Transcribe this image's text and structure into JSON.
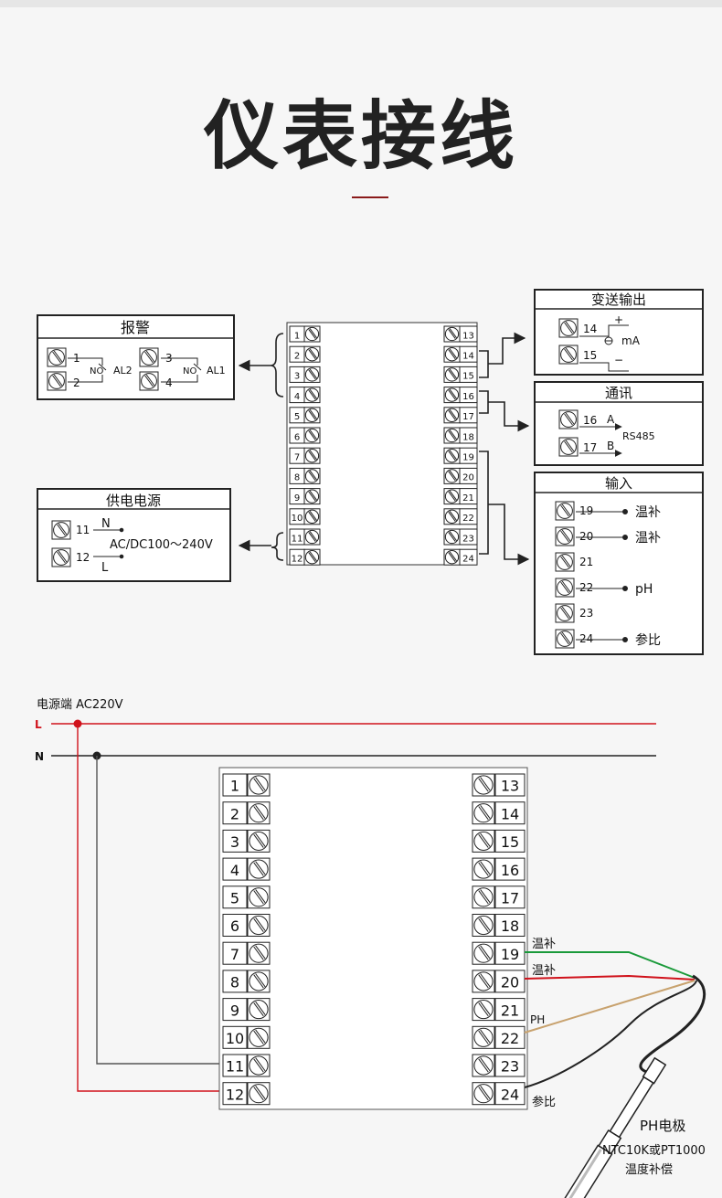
{
  "title": "仪表接线",
  "top": {
    "alarm": {
      "title": "报警",
      "t1": "1",
      "t2": "2",
      "t3": "3",
      "t4": "4",
      "no": "NO",
      "al2": "AL2",
      "al1": "AL1"
    },
    "power": {
      "title": "供电电源",
      "t11": "11",
      "t12": "12",
      "n": "N",
      "l": "L",
      "spec": "AC/DC100～240V"
    },
    "transmit": {
      "title": "变送输出",
      "t14": "14",
      "t15": "15",
      "plus": "+",
      "minus": "−",
      "ma": "mA"
    },
    "comm": {
      "title": "通讯",
      "t16": "16",
      "t17": "17",
      "a": "A",
      "b": "B",
      "rs485": "RS485"
    },
    "input": {
      "title": "输入",
      "t19": "19",
      "t20": "20",
      "t21": "21",
      "t22": "22",
      "t23": "23",
      "t24": "24",
      "l19": "温补",
      "l20": "温补",
      "l22": "pH",
      "l24": "参比"
    },
    "left_terms": [
      "1",
      "2",
      "3",
      "4",
      "5",
      "6",
      "7",
      "8",
      "9",
      "10",
      "11",
      "12"
    ],
    "right_terms": [
      "13",
      "14",
      "15",
      "16",
      "17",
      "18",
      "19",
      "20",
      "21",
      "22",
      "23",
      "24"
    ]
  },
  "bottom": {
    "supply_label": "电源端  AC220V",
    "L": "L",
    "N": "N",
    "left_terms": [
      "1",
      "2",
      "3",
      "4",
      "5",
      "6",
      "7",
      "8",
      "9",
      "10",
      "11",
      "12"
    ],
    "right_terms": [
      "13",
      "14",
      "15",
      "16",
      "17",
      "18",
      "19",
      "20",
      "21",
      "22",
      "23",
      "24"
    ],
    "w19": "温补",
    "w20": "温补",
    "wph": "PH",
    "w24": "参比",
    "electrode": "PH电极",
    "sensor": "NTC10K或PT1000",
    "comp": "温度补偿"
  },
  "colors": {
    "red": "#d0121b",
    "green": "#1a9a3a",
    "tan": "#c8a26e",
    "line": "#222222"
  }
}
